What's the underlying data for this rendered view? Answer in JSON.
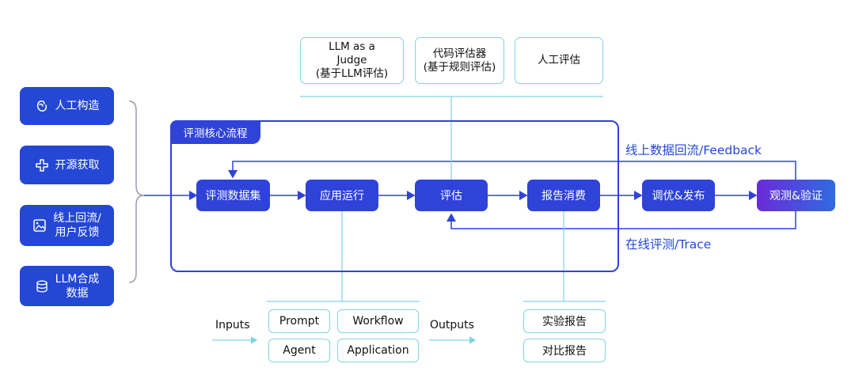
{
  "sources": [
    {
      "label": "人工构造",
      "icon": "hand-icon"
    },
    {
      "label": "开源获取",
      "icon": "open-source-icon"
    },
    {
      "label": "线上回流/\n用户反馈",
      "icon": "feedback-image-icon"
    },
    {
      "label": "LLM合成\n数据",
      "icon": "database-icon"
    }
  ],
  "core_title": "评测核心流程",
  "pipeline": [
    "评测数据集",
    "应用运行",
    "评估",
    "报告消费",
    "调优&发布",
    "观测&验证"
  ],
  "evaluators": [
    "LLM as a\nJudge\n(基于LLM评估)",
    "代码评估器\n(基于规则评估)",
    "人工评估"
  ],
  "feedback_label": "线上数据回流/Feedback",
  "trace_label": "在线评测/Trace",
  "inputs_label": "Inputs",
  "input_items": [
    "Prompt",
    "Workflow",
    "Agent",
    "Application"
  ],
  "outputs_label": "Outputs",
  "output_items": [
    "实验报告",
    "对比报告"
  ],
  "colors": {
    "primary": "#2f43d8",
    "source_blue": "#2447d6",
    "cyan_line": "#7fd3e2",
    "gradient_end": "#2f6be0",
    "gradient_start": "#6a2bd8"
  }
}
